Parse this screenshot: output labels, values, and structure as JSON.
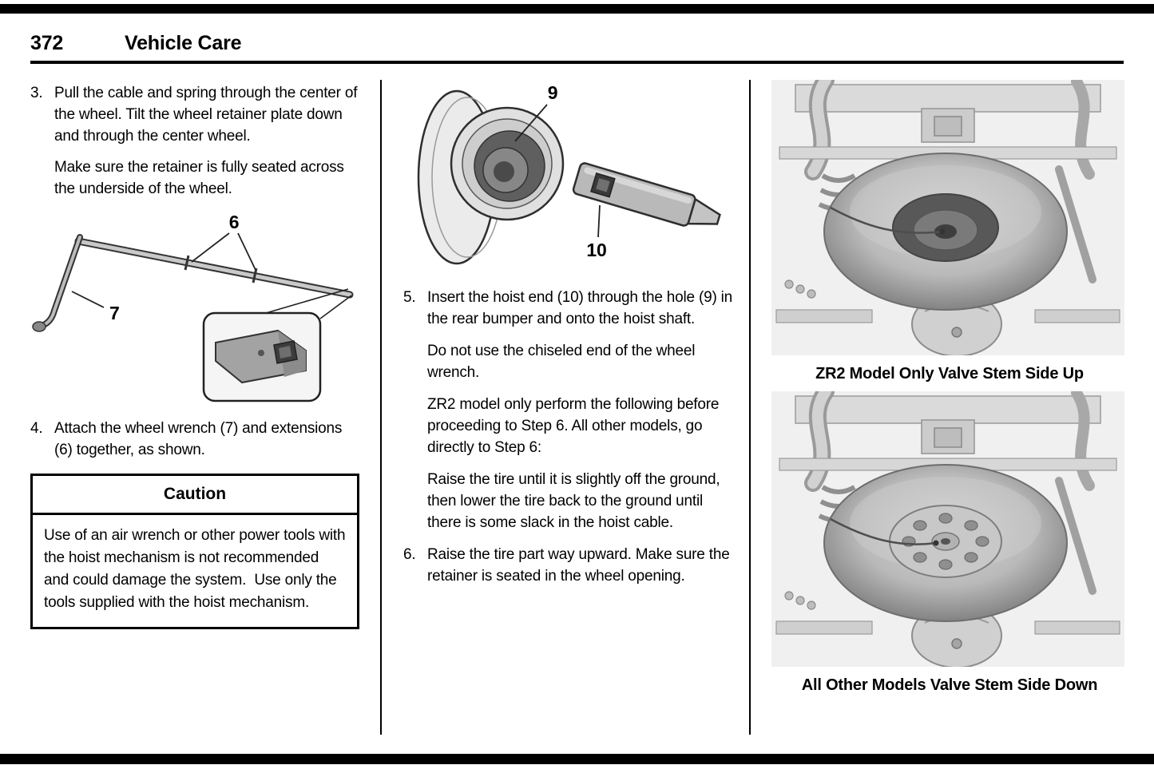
{
  "header": {
    "page_number": "372",
    "title": "Vehicle Care"
  },
  "left": {
    "step3": {
      "num": "3.",
      "text": "Pull the cable and spring through the center of the wheel. Tilt the wheel retainer plate down and through the center wheel."
    },
    "step3_note": "Make sure the retainer is fully seated across the underside of the wheel.",
    "step4": {
      "num": "4.",
      "text": "Attach the wheel wrench (7) and extensions (6) together, as shown."
    },
    "caution": {
      "title": "Caution",
      "body": "Use of an air wrench or other power tools with the hoist mechanism is not recommended and could damage the system.  Use only the tools supplied with the hoist mechanism."
    }
  },
  "middle": {
    "step5": {
      "num": "5.",
      "text": "Insert the hoist end (10) through the hole (9) in the rear bumper and onto the hoist shaft."
    },
    "step5_para1": "Do not use the chiseled end of the wheel wrench.",
    "step5_para2": "ZR2 model only perform the following before proceeding to Step 6. All other models, go directly to Step 6:",
    "step5_para3": "Raise the tire until it is slightly off the ground, then lower the tire back to the ground until there is some slack in the hoist cable.",
    "step6": {
      "num": "6.",
      "text": "Raise the tire part way upward. Make sure the retainer is seated in the wheel opening."
    }
  },
  "right": {
    "figure_zr2_caption": "ZR2 Model Only Valve Stem Side Up",
    "figure_other_caption": "All Other Models Valve Stem Side Down"
  },
  "figures": {
    "wrench": {
      "label_extensions": "6",
      "label_wrench": "7"
    },
    "hoist": {
      "label_hole": "9",
      "label_hoist_end": "10"
    }
  },
  "colors": {
    "ink": "#000000",
    "paper": "#ffffff"
  }
}
